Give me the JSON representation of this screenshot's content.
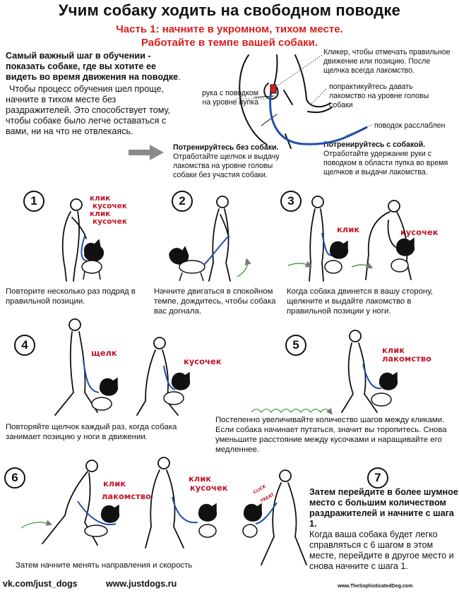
{
  "header": {
    "title": "Учим собаку ходить на свободном поводке",
    "subtitle_line1": "Часть 1: начните в укромном, тихом месте.",
    "subtitle_line2": "Работайте в темпе вашей собаки."
  },
  "intro": {
    "bold": "Самый важный шаг в обучении - показать собаке, где вы хотите ее видеть во время движения на поводке",
    "bold_end": ".",
    "body": "Чтобы процесс обучения шел проще, начните в тихом месте без раздражителей.  Это способствует тому, чтобы собаке было легче оставаться с вами, ни на что не отвлекаясь."
  },
  "diagram_labels": {
    "clicker": "Кликер, чтобы отмечать правильное движение или позицию. После щелчка всегда лакомство.",
    "hand_leash": "рука с поводком на уровне пупка",
    "practice_treat": "попрактикуйтесь давать лакомство на уровне головы собаки",
    "leash_loose": "поводок расслаблен"
  },
  "practice": {
    "without_dog_title": "Потренируйтесь без собаки.",
    "without_dog_body": "Отработайте щелчок и выдачу лакомства на уровне головы собаки без участия собаки.",
    "with_dog_title": "Потренируйтесь с собакой.",
    "with_dog_body": "Отработайте удержание руки с поводком в области пупка во время щелчков и выдачи лакомства."
  },
  "steps": [
    {
      "num": "1",
      "sounds": [
        "клик",
        "кусочек",
        "клик",
        "кусочек"
      ],
      "caption": "Повторите несколько раз подряд в правильной позиции."
    },
    {
      "num": "2",
      "caption": "Начните двигаться в спокойном темпе, дождитесь, чтобы собака вас догнала."
    },
    {
      "num": "3",
      "sounds": [
        "клик",
        "кусочек"
      ],
      "caption": "Когда собака двинется в вашу сторону, щелкните и выдайте лакомство в правильной позиции у ноги."
    },
    {
      "num": "4",
      "sounds": [
        "щелк",
        "кусочек"
      ],
      "caption": "Повторяйте щелчок каждый раз, когда собака занимает позицию у ноги в движении."
    },
    {
      "num": "5",
      "sounds": [
        "клик",
        "лакомство"
      ],
      "caption": "Постепенно увеличивайте количество шагов между кликами. Если собака начинает путаться, значит вы торопитесь. Снова уменьшите расстояние между кусочками и наращивайте его медленнее."
    },
    {
      "num": "6",
      "sounds": [
        "клик",
        "лакомство",
        "клик",
        "кусочек"
      ],
      "caption": "Затем начните менять направления и скорость"
    },
    {
      "num": "7",
      "sounds": [
        "CLICK",
        "TREAT"
      ],
      "title": "Затем перейдите в более шумное место с большим количеством раздражителей и начните с шага 1.",
      "caption": "Когда ваша собака будет легко справляться с 6 шагом в этом месте, перейдите в другое место и снова начните с шага 1."
    }
  ],
  "footer": {
    "vk": "vk.com/just_dogs",
    "site": "www.justdogs.ru",
    "credit": "www.TheSophisticatedDog.com"
  },
  "colors": {
    "accent": "#d81e1e",
    "leash": "#1f4fa8",
    "ink": "#111111"
  }
}
